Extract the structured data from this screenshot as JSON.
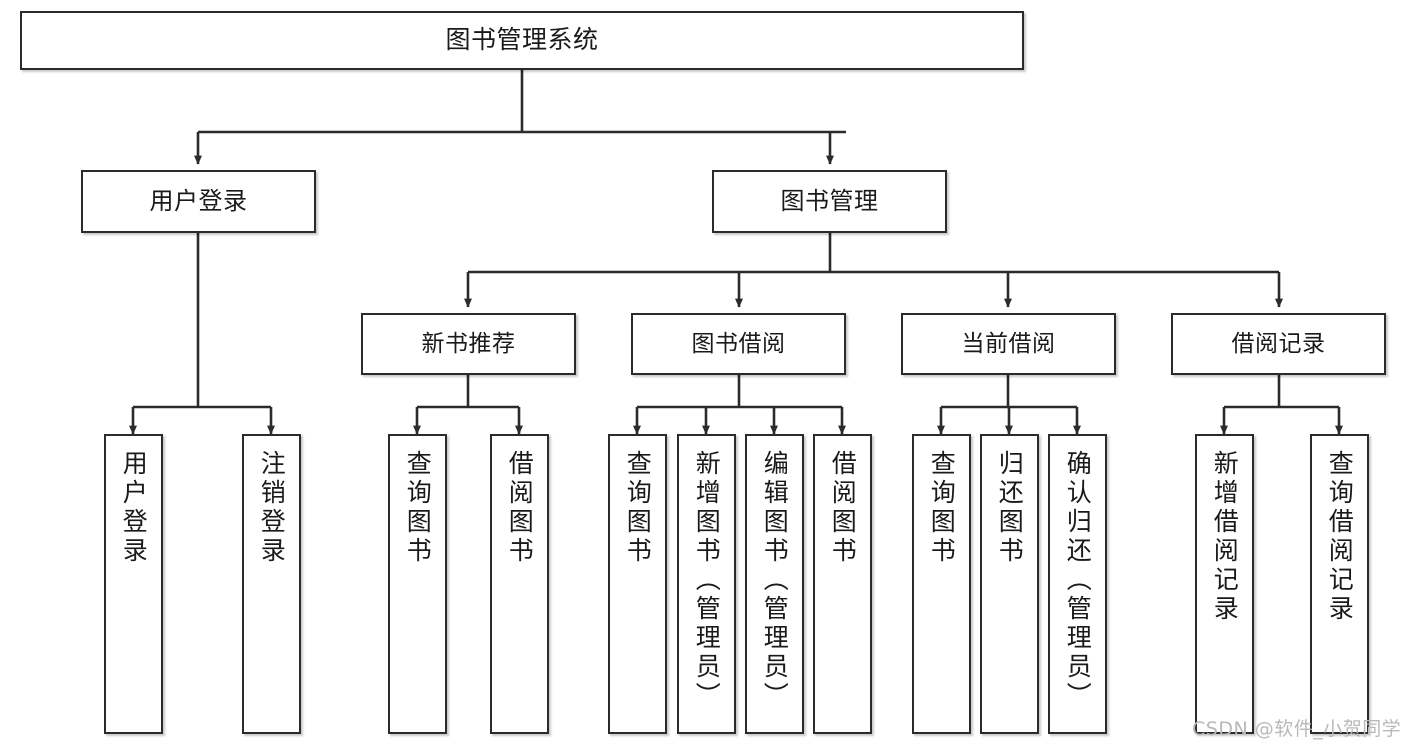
{
  "diagram": {
    "title": "图书管理系统",
    "type": "tree-hierarchy",
    "watermark": "CSDN @软件_小贺同学",
    "colors": {
      "stroke": "#2b2b2b",
      "fill": "#ffffff",
      "text": "#1a1a1a",
      "watermark": "#b9b9b9",
      "background": "#ffffff"
    },
    "nodes": {
      "root": {
        "label": "图书管理系统"
      },
      "level2": [
        {
          "id": "user-login",
          "label": "用户登录"
        },
        {
          "id": "book-manage",
          "label": "图书管理"
        }
      ],
      "level3": [
        {
          "id": "new-book-recommend",
          "label": "新书推荐"
        },
        {
          "id": "book-borrow",
          "label": "图书借阅"
        },
        {
          "id": "current-borrow",
          "label": "当前借阅"
        },
        {
          "id": "borrow-record",
          "label": "借阅记录"
        }
      ],
      "leaves": {
        "user-login": [
          {
            "id": "leaf-user-login",
            "label": "用户登录"
          },
          {
            "id": "leaf-logout-login",
            "label": "注销登录"
          }
        ],
        "new-book-recommend": [
          {
            "id": "leaf-query-book-1",
            "label": "查询图书"
          },
          {
            "id": "leaf-borrow-book-1",
            "label": "借阅图书"
          }
        ],
        "book-borrow": [
          {
            "id": "leaf-query-book-2",
            "label": "查询图书"
          },
          {
            "id": "leaf-add-book",
            "label": "新增图书（管理员）"
          },
          {
            "id": "leaf-edit-book",
            "label": "编辑图书（管理员）"
          },
          {
            "id": "leaf-borrow-book-2",
            "label": "借阅图书"
          }
        ],
        "current-borrow": [
          {
            "id": "leaf-query-book-3",
            "label": "查询图书"
          },
          {
            "id": "leaf-return-book",
            "label": "归还图书"
          },
          {
            "id": "leaf-confirm-return",
            "label": "确认归还（管理员）"
          }
        ],
        "borrow-record": [
          {
            "id": "leaf-add-record",
            "label": "新增借阅记录"
          },
          {
            "id": "leaf-query-record",
            "label": "查询借阅记录"
          }
        ]
      }
    }
  }
}
